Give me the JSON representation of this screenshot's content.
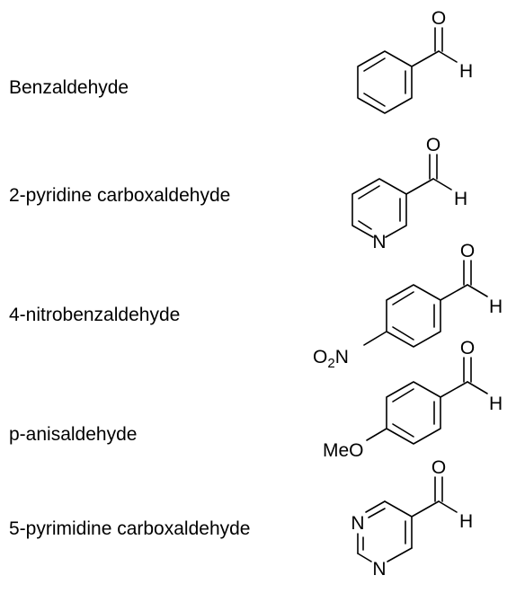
{
  "compounds": [
    {
      "name": "Benzaldehyde",
      "atoms": {
        "o": "O",
        "h": "H"
      }
    },
    {
      "name": "2-pyridine carboxaldehyde",
      "atoms": {
        "o": "O",
        "h": "H",
        "n": "N"
      }
    },
    {
      "name": "4-nitrobenzaldehyde",
      "atoms": {
        "o": "O",
        "h": "H",
        "sub_prefix": "O",
        "sub_sub": "2",
        "sub_suffix": "N"
      }
    },
    {
      "name": "p-anisaldehyde",
      "atoms": {
        "o": "O",
        "h": "H",
        "sub": "MeO"
      }
    },
    {
      "name": "5-pyrimidine carboxaldehyde",
      "atoms": {
        "o": "O",
        "h": "H",
        "n1": "N",
        "n2": "N"
      }
    }
  ]
}
